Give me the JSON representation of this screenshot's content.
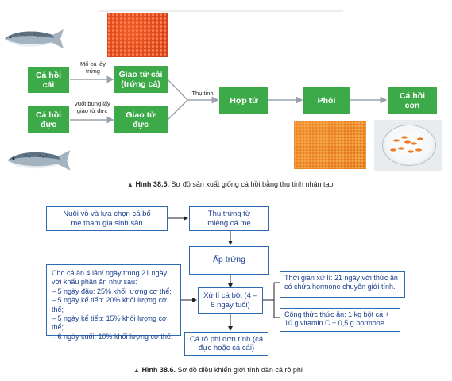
{
  "fig1": {
    "boxes": {
      "female_fish": "Cá hồi cái",
      "male_fish": "Cá hồi đực",
      "egg": "Giao tử cái (trứng cá)",
      "sperm": "Giao tử đực",
      "zygote": "Hợp tử",
      "embryo": "Phôi",
      "fry": "Cá hồi con"
    },
    "notes": {
      "egg_note": "Mổ cá lấy trứng",
      "sperm_note": "Vuốt bụng lấy giao tử đực",
      "fertilize_note": "Thụ tinh"
    },
    "caption_label": "Hình 38.5.",
    "caption_text": "Sơ đồ sản xuất giống cá hồi bằng thụ tinh nhân tạo"
  },
  "fig2": {
    "boxes": {
      "select": "Nuôi vỗ và lựa chọn cá bố mẹ tham gia sinh sản",
      "collect": "Thu trứng từ miệng cá mẹ",
      "incubate": "Ấp trứng",
      "treat": "Xử lí cá bột (4 – 6 ngày tuổi)",
      "result": "Cá rô phi đơn tính (cá đực hoặc cá cái)"
    },
    "feeding": {
      "intro": "Cho cá ăn 4 lần/ ngày trong 21 ngày với khẩu phần ăn như sau:",
      "lines": [
        "– 5 ngày đầu: 25% khối lượng cơ thể;",
        "– 5 ngày kế tiếp: 20% khối lượng cơ thể;",
        "– 5 ngày kế tiếp: 15% khối lượng cơ thể;",
        "– 6 ngày cuối: 10% khối lượng cơ thể."
      ]
    },
    "time_note": "Thời gian xử lí: 21 ngày với thức ăn có chứa hormone chuyển giới tính.",
    "formula_note": "Công thức thức ăn: 1 kg bột cá + 10 g vitamin C + 0,5 g hormone.",
    "caption_label": "Hình 38.6.",
    "caption_text": "Sơ đồ điều khiển giới tính đàn cá rô phi"
  },
  "colors": {
    "green_box": "#3daa4a",
    "blue_border": "#2b6cb4",
    "blue_text": "#1b3f8f",
    "roe": "#e84a1c",
    "embryo": "#ef8a2a"
  },
  "icons": [
    "salmon-fish-icon",
    "roe-photo",
    "embryo-photo",
    "fry-dish-photo",
    "triangle-caption-icon"
  ]
}
